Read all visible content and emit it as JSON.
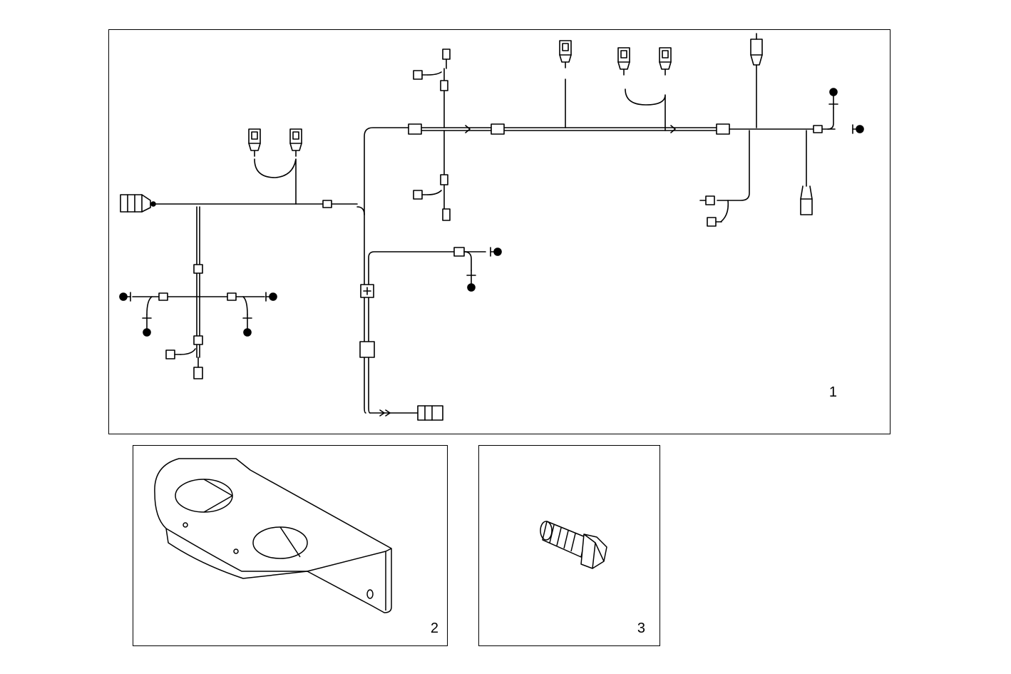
{
  "colors": {
    "line": "#000000",
    "background": "#ffffff"
  },
  "panels": [
    {
      "id": "panel-1",
      "callout": "1",
      "part": "wiring-harness"
    },
    {
      "id": "panel-2",
      "callout": "2",
      "part": "mounting-bracket"
    },
    {
      "id": "panel-3",
      "callout": "3",
      "part": "hex-bolt"
    }
  ]
}
